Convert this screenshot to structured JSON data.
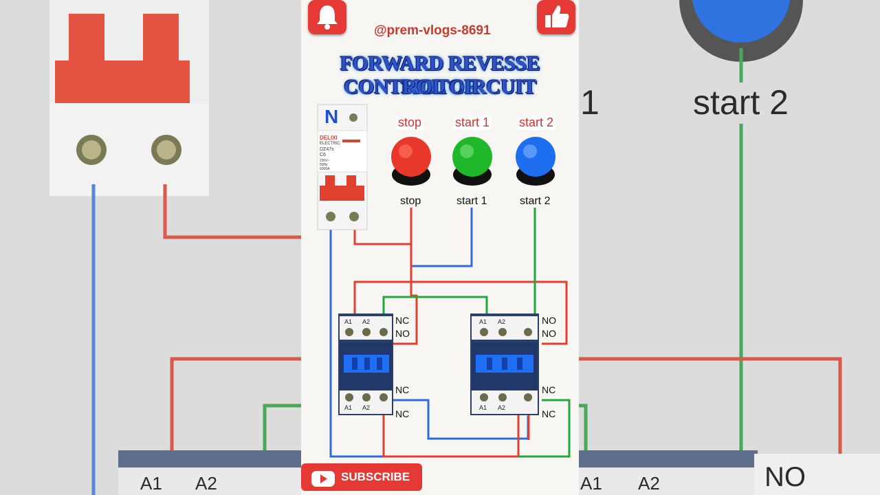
{
  "channel": {
    "handle": "@prem-vlogs-8691"
  },
  "title": {
    "line1": "FORWARD REVESSE MOTOR",
    "line2": "CONTROL CIRCUIT"
  },
  "buttons": {
    "header_labels": [
      "stop",
      "start 1",
      "start 2"
    ],
    "labels": [
      "stop",
      "start 1",
      "start 2"
    ],
    "colors": [
      "#e8382c",
      "#1fb82a",
      "#1e6ff0"
    ]
  },
  "breaker": {
    "pole_label": "N",
    "brand": "DELIXI",
    "sub": "ELECTRIC",
    "model": "DZ47s",
    "rating": "C6",
    "spec1": "230V~",
    "spec2": "50Hz",
    "spec3": "6000A"
  },
  "contactor_left": {
    "top_terminals": [
      "A1",
      "A2"
    ],
    "bottom_terminals": [
      "A1",
      "A2"
    ],
    "top_contacts": [
      "NC",
      "NO"
    ],
    "bottom_contacts": [
      "NC",
      "NC"
    ]
  },
  "contactor_right": {
    "top_terminals": [
      "A1",
      "A2"
    ],
    "bottom_terminals": [
      "A1",
      "A2"
    ],
    "top_contacts": [
      "NO",
      "NO"
    ],
    "bottom_contacts": [
      "NC",
      "NC"
    ]
  },
  "subscribe": {
    "label": "SUBSCRIBE"
  },
  "background": {
    "right_label": "start 2",
    "right_partial": "1",
    "bottom_left_labels": [
      "A1",
      "A2"
    ],
    "bottom_right_labels": [
      "A1",
      "A2"
    ],
    "bottom_right_no": "NO"
  },
  "colors": {
    "wire_red": "#e0402f",
    "wire_blue": "#2e6ad8",
    "wire_green": "#22a83a",
    "accent": "#e53935"
  }
}
